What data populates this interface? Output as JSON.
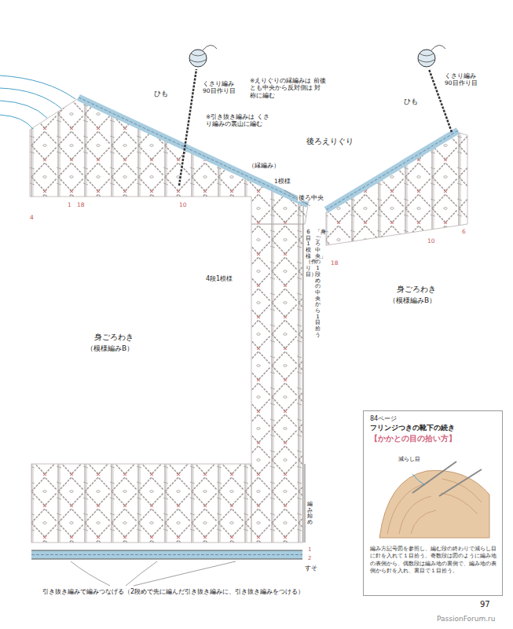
{
  "diagram": {
    "nodes": [
      {
        "text": [
          "84ページ",
          "フリンジつきの靴下の続き",
          "【かかとの目の拾い方】",
          "編み方記号図を参照し、編む段の終わりで減らし目に針を入れて１目拾う。奇数段は図のように編み地の表側から、偶数段は編み地の裏側で、編み地の表側から針を入れ、裏目で１目拾う。"
        ]
      }
    ],
    "labels": [
      "ひも",
      "くさり編み 90目作り目",
      "※えりぐりの縁編みは 前後とも中央から反対側は 対称に編む",
      "※引き抜き編みは くさり編みの裏山に編む",
      "後ろえりぐり",
      "（縁編み）",
      "1模様",
      "後ろ中央",
      "ひも",
      "くさり編み 90目作り目",
      "4",
      "1",
      "18",
      "10",
      "10",
      "6",
      "18",
      "6目1模様（作り目）",
      "「身ごろ中央」の1段めの中央から1目拾う",
      "4段1模様",
      "身ごろわき",
      "（模様編みB）",
      "身ごろわき",
      "（模様編みB）",
      "編み始め",
      "1",
      "2",
      "すそ",
      "引き抜き編みで編みつなげる（2段めで先に編んだ引き抜き編みに、引き抜き編みをつける）",
      "減らし目",
      "97",
      "PassionForum.ru"
    ]
  }
}
